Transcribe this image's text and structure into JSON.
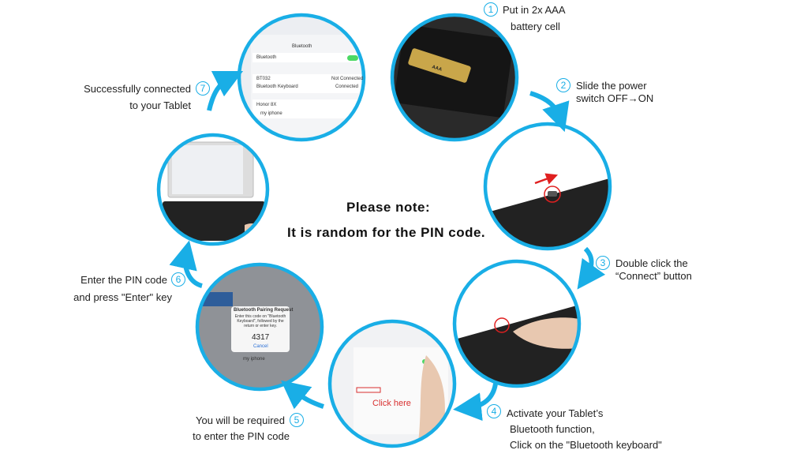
{
  "colors": {
    "accent": "#19aee6",
    "highlight": "#d83030"
  },
  "note": {
    "line1": "Please note:",
    "line2": "It is random for the PIN code."
  },
  "steps": [
    {
      "number": "1",
      "lines": [
        "Put in 2x AAA",
        "battery cell"
      ]
    },
    {
      "number": "2",
      "lines": [
        "Slide the power",
        "switch OFF→ON"
      ]
    },
    {
      "number": "3",
      "lines": [
        "Double click the",
        "“Connect” button"
      ]
    },
    {
      "number": "4",
      "lines": [
        "Activate your Tablet’s",
        "Bluetooth function,",
        "Click on the \"Bluetooth keyboard\""
      ]
    },
    {
      "number": "5",
      "lines": [
        "You will be required",
        "to enter the PIN code"
      ]
    },
    {
      "number": "6",
      "lines": [
        "Enter the PIN code",
        "and press \"Enter\" key"
      ]
    },
    {
      "number": "7",
      "lines": [
        "Successfully connected",
        "to your Tablet"
      ]
    }
  ],
  "screens": {
    "bt_title": "Bluetooth",
    "bt_label": "Bluetooth",
    "device1": "BT032",
    "device1_status": "Not Connected",
    "device2": "Bluetooth Keyboard",
    "device2_status": "Connected",
    "other1": "Honor 8X",
    "other2": "my iphone",
    "battery_label": "AAA",
    "pairing_title": "Bluetooth Pairing Request",
    "pairing_msg": "Enter this code on \"Bluetooth Keyboard\", followed by the return or enter key.",
    "pin_code": "4317",
    "cancel": "Cancel",
    "click_here": "Click here"
  }
}
